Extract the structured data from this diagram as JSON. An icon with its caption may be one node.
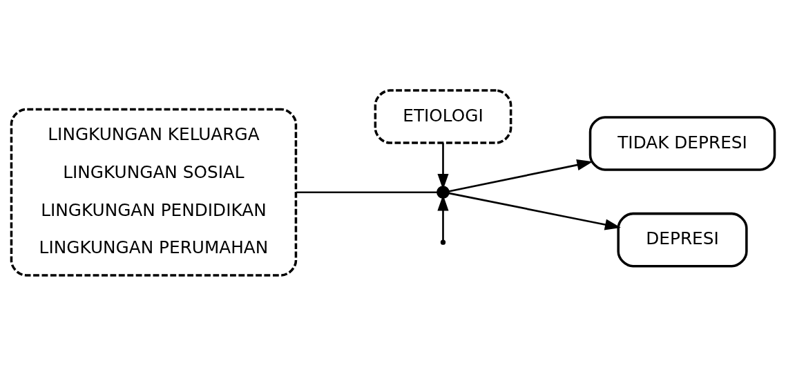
{
  "diagram": {
    "nodes": [
      {
        "text": [
          "LINGKUNGAN KELUARGA",
          "LINGKUNGAN SOSIAL",
          "LINGKUNGAN PENDIDIKAN",
          "LINGKUNGAN PERUMAHAN"
        ]
      },
      {
        "text": [
          "ETIOLOGI"
        ]
      },
      {
        "text": [
          "TIDAK DEPRESI"
        ]
      },
      {
        "text": [
          "DEPRESI"
        ]
      },
      {
        "text": [],
        "shape": "point"
      }
    ],
    "edges": [
      {
        "from": 0,
        "to": 4,
        "arrow": "none"
      },
      {
        "from": 1,
        "to": 4,
        "arrow": "to"
      },
      {
        "from": null,
        "to": 4,
        "arrow": "to"
      },
      {
        "from": 4,
        "to": 2,
        "arrow": "to"
      },
      {
        "from": 4,
        "to": 3,
        "arrow": "to"
      }
    ]
  }
}
